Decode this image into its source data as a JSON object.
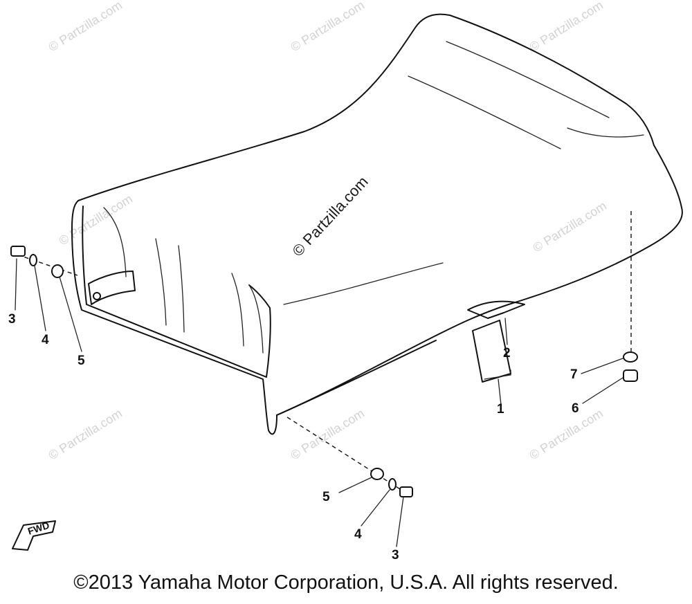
{
  "watermark": {
    "text": "© Partzilla.com"
  },
  "callouts": [
    {
      "id": "1",
      "label": "1"
    },
    {
      "id": "2",
      "label": "2"
    },
    {
      "id": "3a",
      "label": "3"
    },
    {
      "id": "4a",
      "label": "4"
    },
    {
      "id": "5a",
      "label": "5"
    },
    {
      "id": "3b",
      "label": "3"
    },
    {
      "id": "4b",
      "label": "4"
    },
    {
      "id": "5b",
      "label": "5"
    },
    {
      "id": "6",
      "label": "6"
    },
    {
      "id": "7",
      "label": "7"
    }
  ],
  "fwd_label": "FWD",
  "copyright": "©2013 Yamaha Motor Corporation, U.S.A. All rights reserved."
}
